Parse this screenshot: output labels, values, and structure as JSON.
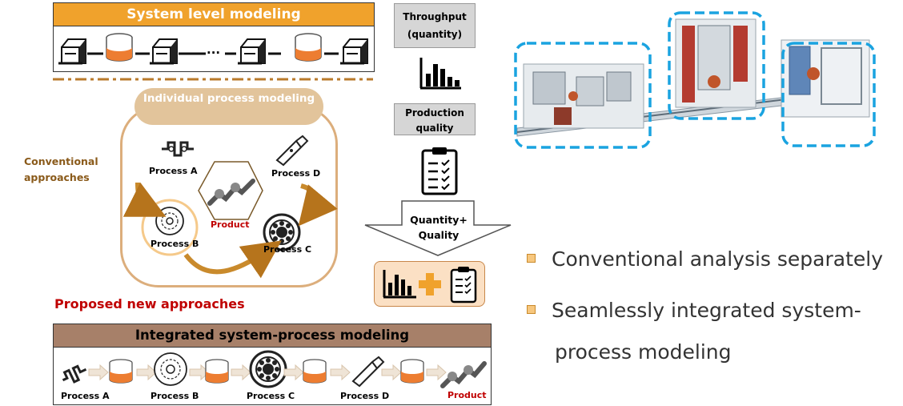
{
  "system": {
    "title": "System level modeling",
    "ellipsis": "..."
  },
  "metrics": {
    "throughput": "Throughput (quantity)",
    "quality": "Production quality",
    "combined": "Quantity+ Quality"
  },
  "conventional": {
    "label": "Conventional approaches",
    "title": "Individual process modeling",
    "process_a": "Process A",
    "process_b": "Process B",
    "process_c": "Process C",
    "process_d": "Process D",
    "product": "Product"
  },
  "proposed": {
    "label": "Proposed new approaches",
    "title": "Integrated system-process modeling",
    "process_a": "Process A",
    "process_b": "Process B",
    "process_c": "Process C",
    "process_d": "Process D",
    "product": "Product"
  },
  "bullets": [
    "Conventional analysis separately",
    "Seamlessly integrated system-",
    "process modeling"
  ],
  "colors": {
    "orange": "#f0a22c",
    "brown": "#a78069",
    "red": "#c00000",
    "cyan": "#1aa3e0",
    "tan": "#dcae7c"
  }
}
